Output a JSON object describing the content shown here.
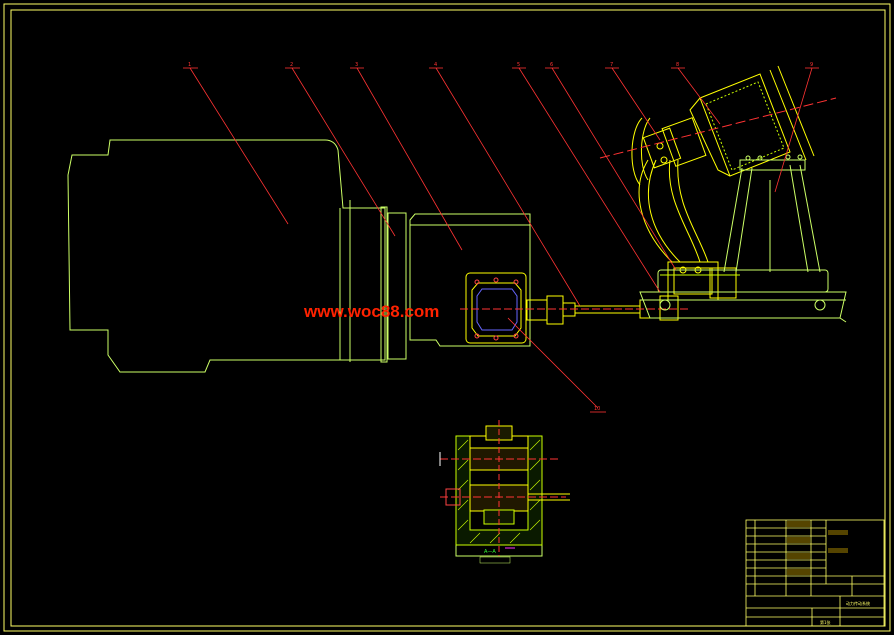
{
  "colors": {
    "background": "#000000",
    "frame": "#ffff66",
    "outline": "#ccff66",
    "leader": "#ff3333",
    "watermark": "#ff2200",
    "detail": "#ffff00",
    "hatch": "#ccff00",
    "blue": "#6666ff",
    "magenta": "#ff33ff",
    "green": "#33ff33",
    "white": "#ffffff"
  },
  "watermark": "www.woc88.com",
  "callouts": [
    "1",
    "2",
    "3",
    "4",
    "5",
    "6",
    "7",
    "8",
    "9",
    "10"
  ],
  "section_label": "A—A",
  "title_block": {
    "drawing_title": "动力传动系统",
    "sheet": "第1张"
  }
}
